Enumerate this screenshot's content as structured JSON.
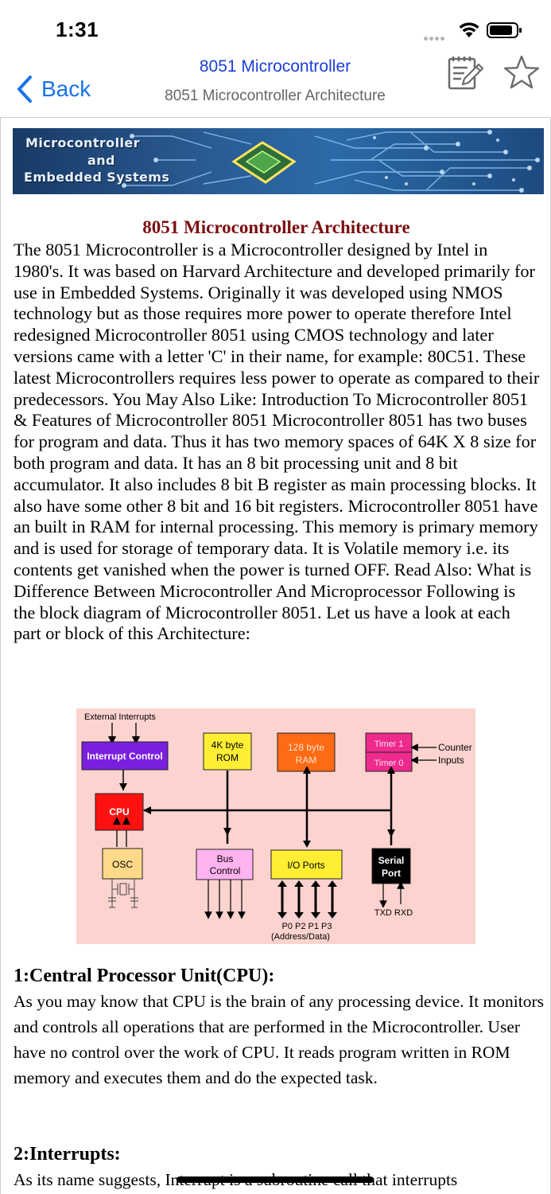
{
  "status_bar": {
    "time": "1:31"
  },
  "nav": {
    "back_label": "Back",
    "title": "8051 Microcontroller",
    "subtitle": "8051 Microcontroller Architecture"
  },
  "banner": {
    "line1": "Microcontroller",
    "line2": "and",
    "line3": "Embedded Systems"
  },
  "article": {
    "title": "8051 Microcontroller Architecture",
    "intro": "The 8051 Microcontroller is a Microcontroller designed by Intel in 1980's. It was based on Harvard Architecture and developed primarily for use in Embedded Systems. Originally it was developed using NMOS technology but as those requires more power to operate therefore Intel redesigned Microcontroller 8051 using CMOS technology and later versions came with a letter 'C' in their name, for example: 80C51. These latest Microcontrollers requires less power to operate as compared to their predecessors. You May Also Like: Introduction To Microcontroller 8051 & Features of Microcontroller 8051 Microcontroller 8051 has two buses for program and data. Thus it has two memory spaces of 64K X 8 size for both program and data. It has an 8 bit processing unit and 8 bit accumulator. It also includes 8 bit B register as main processing blocks. It also have some other 8 bit and 16 bit registers. Microcontroller 8051 have an built in RAM for internal processing. This memory is primary memory and is used for storage of temporary data. It is Volatile memory i.e. its contents get vanished when the power is turned OFF. Read Also: What is Difference Between Microcontroller And Microprocessor Following is the block diagram of Microcontroller 8051. Let us have a look at each part or block of this Architecture:",
    "sections": [
      {
        "heading": "1:Central Processor Unit(CPU):",
        "body": "As you may know that CPU is the brain of any processing device. It monitors and controls all operations that are performed in the Microcontroller. User have no control over the work of CPU. It reads program written in ROM memory and executes them and do the expected task."
      },
      {
        "heading": "2:Interrupts:",
        "body": "As its name suggests, Interrupt is a subroutine call that interrupts"
      }
    ]
  },
  "diagram": {
    "external_interrupts": "External Interrupts",
    "interrupt_control": "Interrupt Control",
    "rom_line1": "4K byte",
    "rom_line2": "ROM",
    "ram_line1": "128 byte",
    "ram_line2": "RAM",
    "timer1": "Timer 1",
    "timer0": "Timer 0",
    "counter_line1": "Counter",
    "counter_line2": "Inputs",
    "cpu": "CPU",
    "osc": "OSC",
    "bus_line1": "Bus",
    "bus_line2": "Control",
    "io_ports": "I/O Ports",
    "serial_line1": "Serial",
    "serial_line2": "Port",
    "ports": "P0  P2  P1  P3",
    "address_data": "(Address/Data)",
    "txd_rxd": "TXD  RXD"
  },
  "colors": {
    "link": "#1a73e8",
    "title_blue": "#1a3fd8",
    "article_title": "#7a0e12",
    "diagram_bg": "#fcd3cf",
    "interrupt": "#7a1fe0",
    "rom": "#ffee33",
    "ram": "#ff6a14",
    "timer": "#ee2a8d",
    "cpu": "#ff1111",
    "osc": "#ffd98a",
    "bus": "#ffb3f0",
    "io": "#ffee33",
    "serial": "#000000"
  }
}
